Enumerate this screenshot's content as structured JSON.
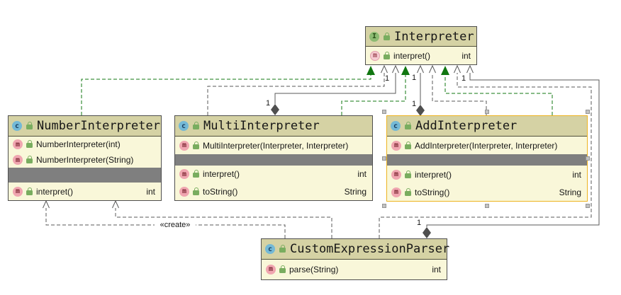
{
  "labels": {
    "one": "1",
    "create": "«create»"
  },
  "colors": {
    "header_bg": "#d5d2a4",
    "row_bg": "#f9f7d9",
    "separator": "#7f7f7f",
    "realization_green": "#117711",
    "edge_gray": "#5a5a5a",
    "selection_orange": "#edb321"
  },
  "classes": {
    "interpreter": {
      "kind": "interface",
      "icon": "I",
      "title": "Interpreter",
      "methods": [
        {
          "name": "interpret()",
          "type": "int"
        }
      ]
    },
    "number": {
      "kind": "class",
      "icon": "c",
      "title": "NumberInterpreter",
      "constructors": [
        {
          "name": "NumberInterpreter(int)"
        },
        {
          "name": "NumberInterpreter(String)"
        }
      ],
      "methods": [
        {
          "name": "interpret()",
          "type": "int"
        }
      ]
    },
    "multi": {
      "kind": "class",
      "icon": "c",
      "title": "MultiInterpreter",
      "constructors": [
        {
          "name": "MultiInterpreter(Interpreter, Interpreter)"
        }
      ],
      "methods": [
        {
          "name": "interpret()",
          "type": "int"
        },
        {
          "name": "toString()",
          "type": "String"
        }
      ]
    },
    "add": {
      "kind": "class",
      "icon": "c",
      "title": "AddInterpreter",
      "selected": true,
      "constructors": [
        {
          "name": "AddInterpreter(Interpreter, Interpreter)"
        }
      ],
      "methods": [
        {
          "name": "interpret()",
          "type": "int"
        },
        {
          "name": "toString()",
          "type": "String"
        }
      ]
    },
    "parser": {
      "kind": "class",
      "icon": "c",
      "title": "CustomExpressionParser",
      "methods": [
        {
          "name": "parse(String)",
          "type": "int"
        }
      ]
    }
  },
  "edges": [
    {
      "from": "NumberInterpreter",
      "to": "Interpreter",
      "type": "realization"
    },
    {
      "from": "MultiInterpreter",
      "to": "Interpreter",
      "type": "realization"
    },
    {
      "from": "AddInterpreter",
      "to": "Interpreter",
      "type": "realization"
    },
    {
      "from": "MultiInterpreter",
      "to": "Interpreter",
      "type": "aggregation",
      "multiplicity": "1"
    },
    {
      "from": "AddInterpreter",
      "to": "Interpreter",
      "type": "aggregation",
      "multiplicity": "1"
    },
    {
      "from": "CustomExpressionParser",
      "to": "Interpreter",
      "type": "aggregation",
      "multiplicity": "1"
    },
    {
      "from": "MultiInterpreter",
      "to": "Interpreter",
      "type": "dependency"
    },
    {
      "from": "AddInterpreter",
      "to": "Interpreter",
      "type": "dependency"
    },
    {
      "from": "CustomExpressionParser",
      "to": "Interpreter",
      "type": "dependency"
    },
    {
      "from": "CustomExpressionParser",
      "to": "NumberInterpreter",
      "type": "dependency",
      "label": "«create»"
    },
    {
      "from": "CustomExpressionParser",
      "to": "NumberInterpreter",
      "type": "dependency"
    }
  ]
}
